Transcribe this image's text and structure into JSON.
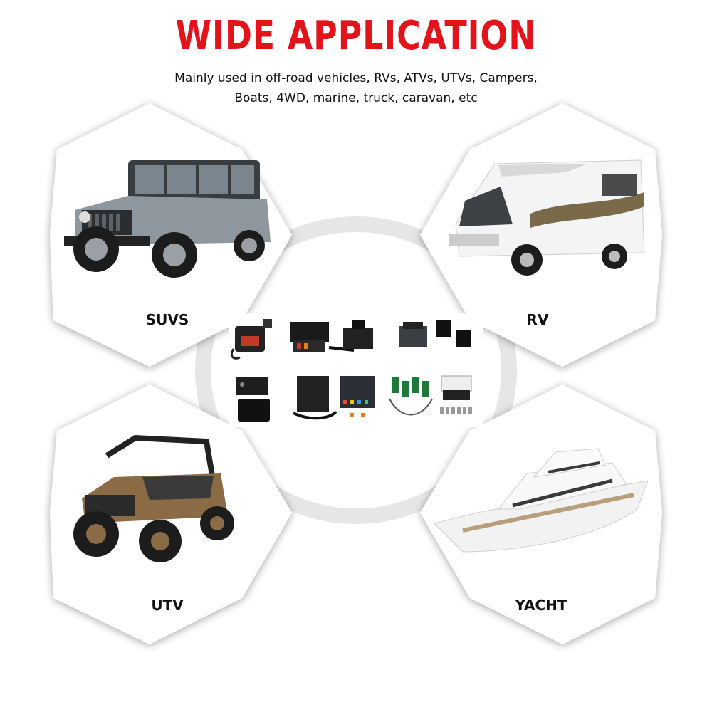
{
  "header": {
    "title": "WIDE APPLICATION",
    "subtitle_line1": "Mainly used in off-road vehicles, RVs, ATVs, UTVs, Campers,",
    "subtitle_line2": "Boats, 4WD, marine, truck, caravan, etc"
  },
  "applications": [
    {
      "label": "SUVS"
    },
    {
      "label": "RV"
    },
    {
      "label": "UTV"
    },
    {
      "label": "YACHT"
    }
  ],
  "colors": {
    "title": "#e2141a",
    "hex_fill": "#ffffff",
    "ring": "#e6e6e6"
  },
  "icons": [
    "suv-image",
    "rv-image",
    "utv-image",
    "yacht-image",
    "fuse-box-products-image"
  ]
}
